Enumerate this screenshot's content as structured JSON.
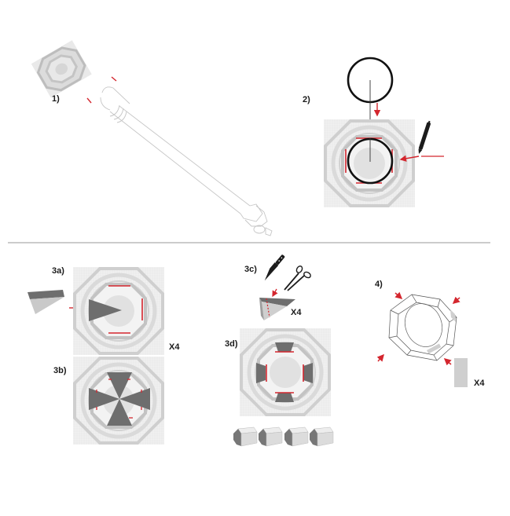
{
  "diagram": {
    "type": "assembly-instructions",
    "colors": {
      "accent_red": "#d4262e",
      "outline_black": "#111111",
      "panel_light": "#e4e4e4",
      "ring_gray": "#c8c8c8",
      "insert_dark": "#6e6e6e",
      "divider": "#9a9a9a",
      "tube_line": "#c6c6c6"
    },
    "steps": [
      {
        "id": "1",
        "label": "1)",
        "description": "Octagon template placed over end of telescope tube"
      },
      {
        "id": "2",
        "label": "2)",
        "description": "Circle traced on octagon template with a pen"
      },
      {
        "id": "3a",
        "label": "3a)",
        "multiplier": "X4",
        "description": "Wedge piece inserted into octagon"
      },
      {
        "id": "3b",
        "label": "3b)",
        "description": "Four wedges arranged inside octagon"
      },
      {
        "id": "3c",
        "label": "3c)",
        "multiplier": "X4",
        "description": "Wedge cut with knife or scissors along dashed line"
      },
      {
        "id": "3d",
        "label": "3d)",
        "description": "Four trimmed blocks placed in octagon"
      },
      {
        "id": "4",
        "label": "4)",
        "multiplier": "X4",
        "description": "Assembled octagonal ring with inserts"
      }
    ],
    "icons": [
      "telescope-tube",
      "pen",
      "knife",
      "scissors",
      "wedge",
      "block",
      "arrow"
    ]
  }
}
